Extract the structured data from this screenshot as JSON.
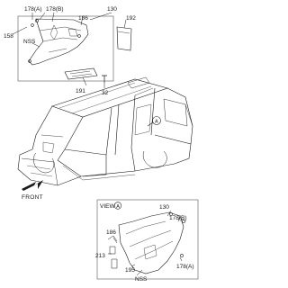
{
  "callouts": {
    "top": {
      "p178a": "178(A)",
      "p178b": "178(B)",
      "p130": "130",
      "p186": "186",
      "p192": "192",
      "p158": "158",
      "nss": "NSS",
      "p191": "191",
      "p32": "32"
    },
    "view": {
      "title": "VIEW",
      "marker": "A",
      "p130": "130",
      "p178b": "178(B)",
      "p186": "186",
      "p213": "213",
      "p195": "195",
      "nss": "NSS",
      "p178a": "178(A)"
    }
  },
  "body_marker": "A",
  "front_label": "FRONT",
  "colors": {
    "line": "#1a1a1a",
    "background": "#ffffff",
    "frame": "#555555"
  }
}
